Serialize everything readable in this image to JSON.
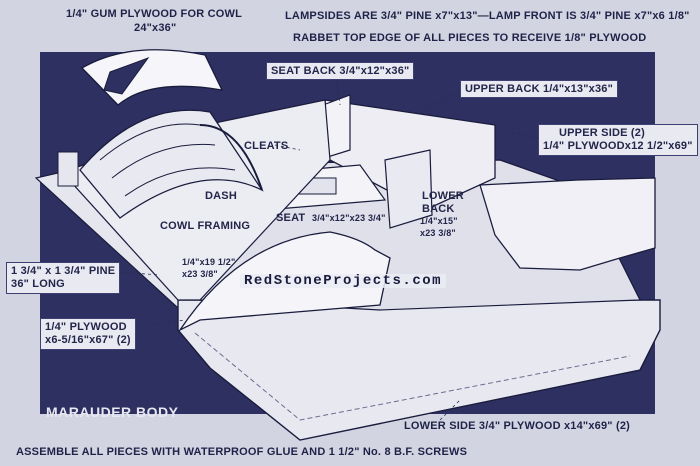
{
  "labels": {
    "cowl_plywood_line1": "1/4\" GUM PLYWOOD FOR COWL",
    "cowl_plywood_line2": "24\"x36\"",
    "lampsides": "LAMPSIDES ARE 3/4\" PINE x7\"x13\"—LAMP FRONT IS 3/4\" PINE x7\"x6 1/8\"",
    "rabbet": "RABBET TOP EDGE OF ALL PIECES TO RECEIVE 1/8\" PLYWOOD",
    "seat_back": "SEAT BACK 3/4\"x12\"x36\"",
    "upper_back": "UPPER BACK 1/4\"x13\"x36\"",
    "upper_side_line1": "UPPER SIDE (2)",
    "upper_side_line2": "1/4\" PLYWOODx12 1/2\"x69\"",
    "cleats": "CLEATS",
    "dash": "DASH",
    "lower_back_line1": "LOWER",
    "lower_back_line2": "BACK",
    "lower_back_line3": "1/4\"x15\"",
    "lower_back_line4": "x23 3/8\"",
    "cowl_framing": "COWL FRAMING",
    "seat": "SEAT",
    "seat_dims": "3/4\"x12\"x23 3/4\"",
    "bulkhead_line1": "1/4\"x19 1/2\"",
    "bulkhead_line2": "x23 3/8\"",
    "pine_line1": "1 3/4\" x 1 3/4\" PINE",
    "pine_line2": "36\" LONG",
    "watermark": "RedStoneProjects.com",
    "plywood_line1": "1/4\" PLYWOOD",
    "plywood_line2": "x6-5/16\"x67\" (2)",
    "title": "MARAUDER BODY",
    "lower_side": "LOWER SIDE 3/4\" PLYWOOD x14\"x69\" (2)",
    "assemble": "ASSEMBLE ALL PIECES WITH WATERPROOF GLUE AND 1 1/2\" No. 8 B.F. SCREWS"
  },
  "colors": {
    "paper": "#d2d4e2",
    "dark_panel": "#2d3060",
    "wood": "#eceaf2",
    "ink": "#23254a"
  }
}
